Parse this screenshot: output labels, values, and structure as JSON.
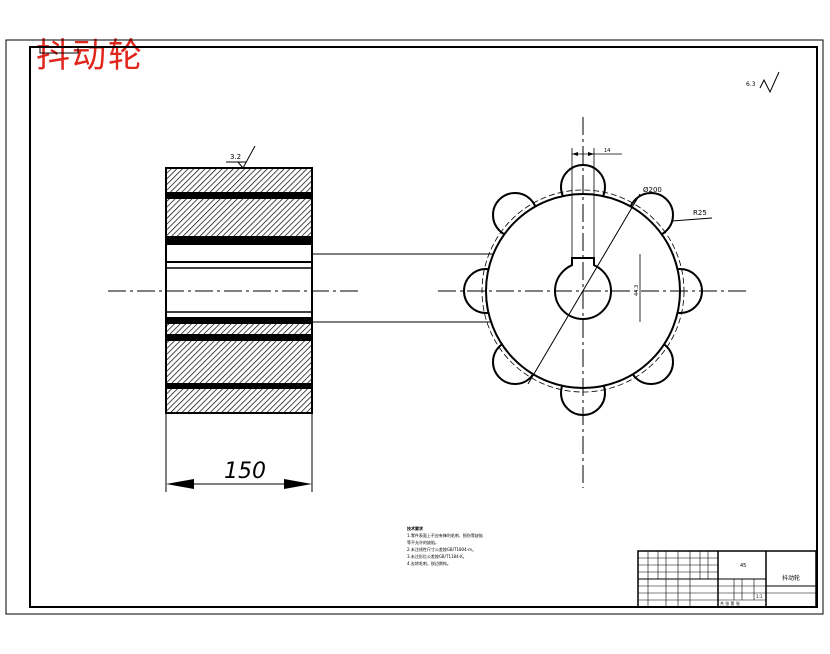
{
  "drawing": {
    "title_cn": "抖动轮",
    "width_dim": "150",
    "pitch_dia": "Ø200",
    "lobe_radius": "R25",
    "roughness_top": "3.2",
    "roughness_corner": "6.3",
    "keyway_width": "14",
    "shaft_dim": "44.3",
    "tech_notes": [
      "技术要求",
      "1.零件表面上不应有锋利毛刺、损伤等缺陷",
      "等不允许的缺陷。",
      "2.未注线性尺寸公差按GB/T1804-m。",
      "3.未注形位公差按GB/T1184-K。",
      "4.去除毛刺，锐边倒钝。"
    ],
    "title_block": {
      "part_name": "抖动轮",
      "material": "45",
      "scale": "1:1",
      "sheet": "共 张 第 张"
    }
  }
}
